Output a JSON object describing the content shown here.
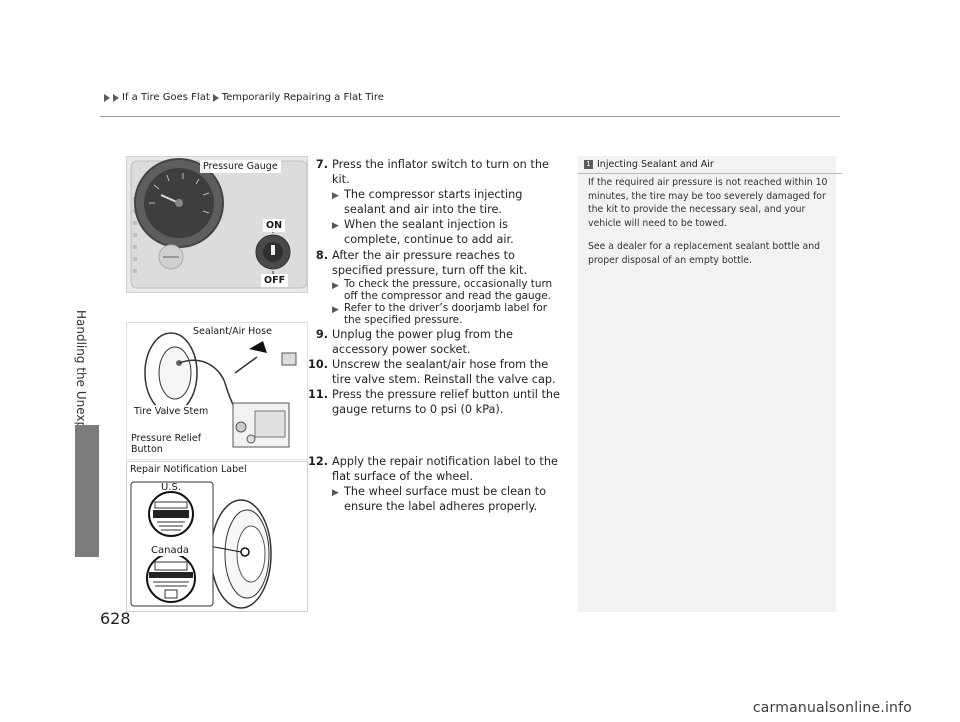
{
  "breadcrumb": {
    "parent": "If a Tire Goes Flat",
    "current": "Temporarily Repairing a Flat Tire"
  },
  "side_tab": "Handling the Unexpected",
  "page_number": "628",
  "figures": {
    "gauge": {
      "pressure_gauge_label": "Pressure Gauge",
      "on_label": "ON",
      "off_label": "OFF"
    },
    "hose": {
      "sealant_hose_label": "Sealant/Air Hose",
      "valve_stem_label": "Tire Valve Stem",
      "relief_button_label_1": "Pressure Relief",
      "relief_button_label_2": "Button"
    },
    "notification": {
      "title": "Repair Notification Label",
      "us_label": "U.S.",
      "canada_label": "Canada"
    }
  },
  "steps": [
    {
      "num": "7.",
      "text": "Press the inflator switch to turn on the kit.",
      "subs": [
        "The compressor starts injecting sealant and air into the tire.",
        "When the sealant injection is complete, continue to add air."
      ]
    },
    {
      "num": "8.",
      "text": "After the air pressure reaches to specified pressure, turn off the kit.",
      "subs": [
        "To check the pressure, occasionally turn off the compressor and read the gauge.",
        "Refer to the driver’s doorjamb label for the specified pressure."
      ]
    },
    {
      "num": "9.",
      "text": "Unplug the power plug from the accessory power socket.",
      "subs": []
    },
    {
      "num": "10.",
      "text": "Unscrew the sealant/air hose from the tire valve stem. Reinstall the valve cap.",
      "subs": []
    },
    {
      "num": "11.",
      "text": "Press the pressure relief button until the gauge returns to 0 psi (0 kPa).",
      "subs": []
    },
    {
      "num": "12.",
      "text": "Apply the repair notification label to the flat surface of the wheel.",
      "subs": [
        "The wheel surface must be clean to ensure the label adheres properly."
      ]
    }
  ],
  "note": {
    "badge": "1",
    "title": "Injecting Sealant and Air",
    "p1": "If the required air pressure is not reached within 10 minutes, the tire may be too severely damaged for the kit to provide the necessary seal, and your vehicle will need to be towed.",
    "p2": "See a dealer for a replacement sealant bottle and proper disposal of an empty bottle."
  },
  "footer_site": "carmanualsonline.info"
}
